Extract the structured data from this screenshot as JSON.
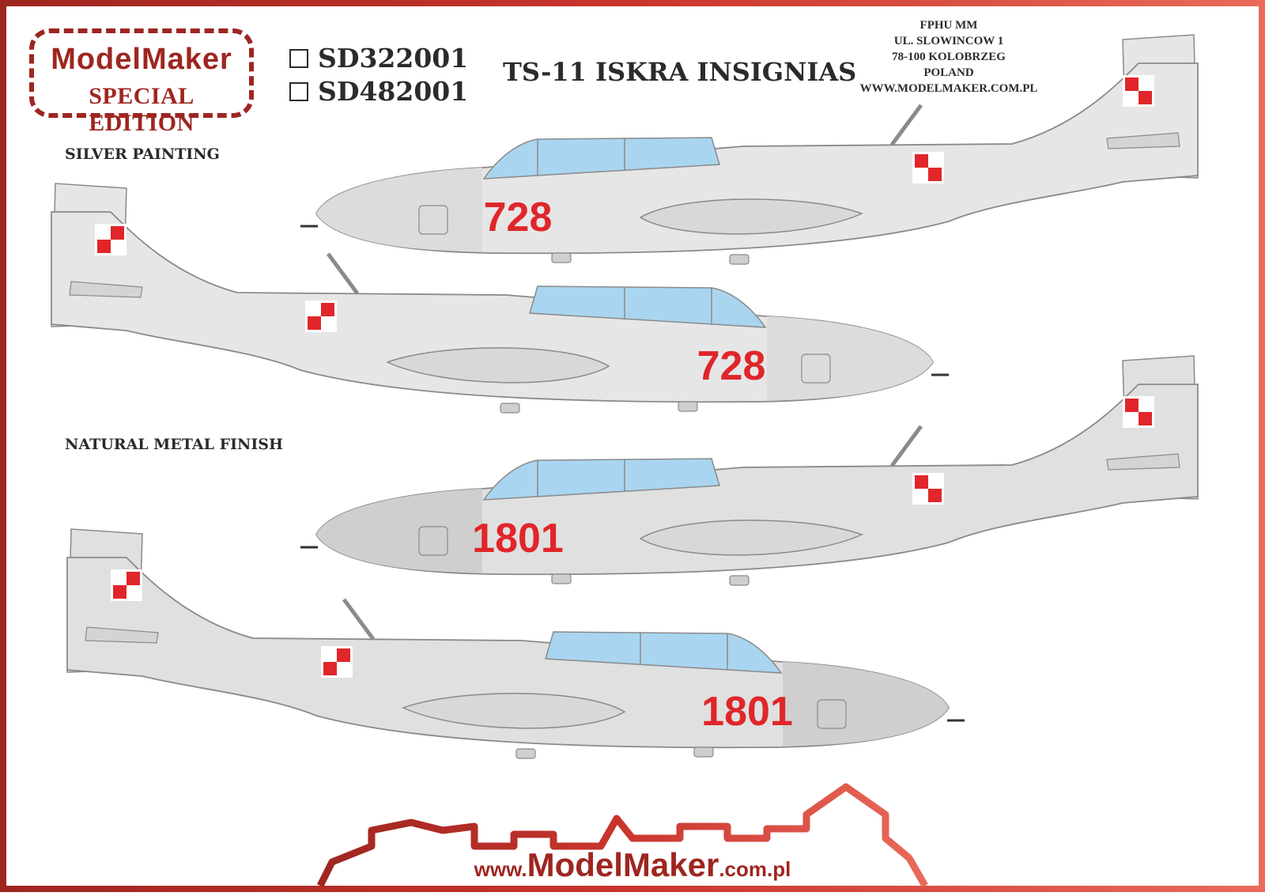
{
  "logo": {
    "line1": "ModelMaker",
    "line2": "SPECIAL EDITION"
  },
  "product_codes": [
    {
      "code": "SD322001",
      "checked": false
    },
    {
      "code": "SD482001",
      "checked": false
    }
  ],
  "title": "TS-11 ISKRA INSIGNIAS",
  "address": {
    "company": "FPHU MM",
    "street": "UL. SLOWINCOW 1",
    "city": "78-100 KOLOBRZEG",
    "country": "POLAND",
    "website": "WWW.MODELMAKER.COM.PL"
  },
  "sections": {
    "silver": "SILVER PAINTING",
    "natural": "NATURAL METAL FINISH"
  },
  "aircraft": [
    {
      "number": "728",
      "finish": "silver",
      "view": "right"
    },
    {
      "number": "728",
      "finish": "silver",
      "view": "left"
    },
    {
      "number": "1801",
      "finish": "natural-metal",
      "view": "right"
    },
    {
      "number": "1801",
      "finish": "natural-metal",
      "view": "left"
    }
  ],
  "footer": {
    "prefix": "www.",
    "brand": "ModelMaker",
    "suffix": ".com.pl"
  },
  "colors": {
    "brand_red": "#9e2620",
    "insignia_red": "#e0262a",
    "fuselage": "#e6e6e6",
    "canopy": "#a9d5f0",
    "text_dark": "#2b2b2b"
  }
}
